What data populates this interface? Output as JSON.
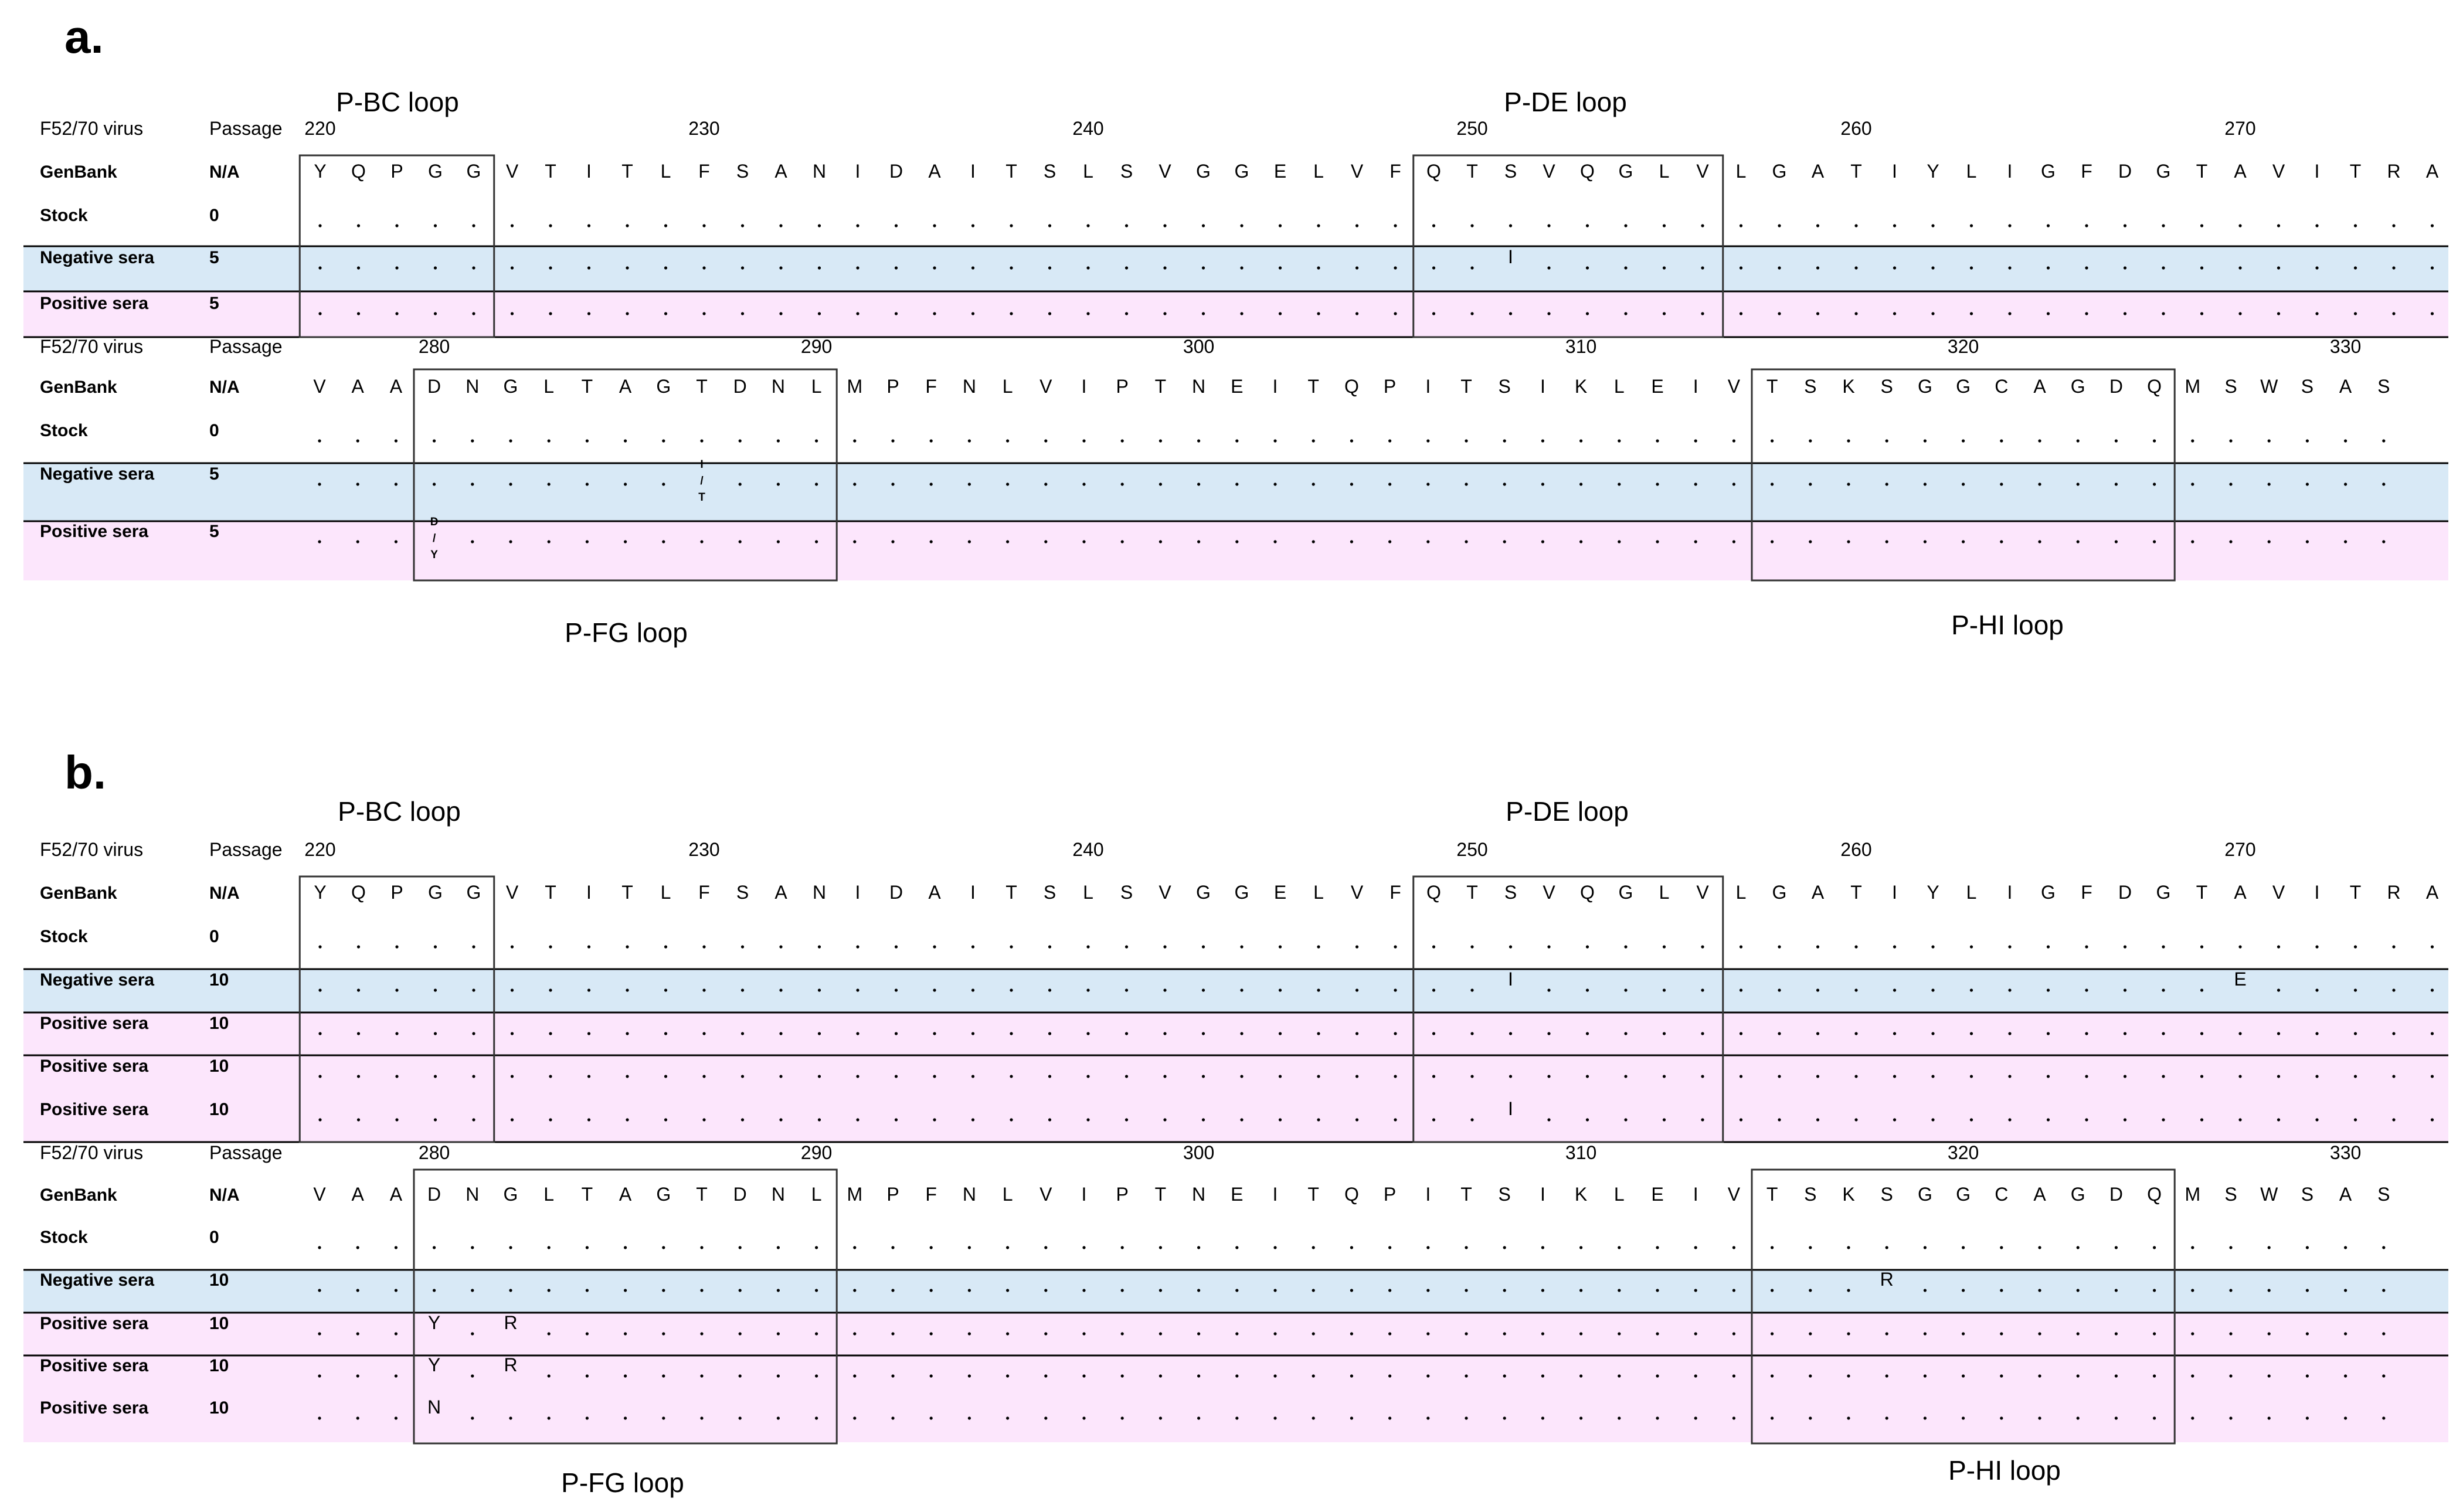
{
  "figure": {
    "panels": [
      {
        "letter": "a.",
        "loops_top": [
          "P-BC loop",
          "P-DE loop"
        ],
        "loops_bottom": [
          "P-FG loop",
          "P-HI loop"
        ],
        "blocks": [
          {
            "header": {
              "virus": "F52/70 virus",
              "passage": "Passage"
            },
            "positions": [
              "220",
              "230",
              "240",
              "250",
              "260",
              "270"
            ],
            "reference": [
              "Y",
              "Q",
              "P",
              "G",
              "G",
              "V",
              "T",
              "I",
              "T",
              "L",
              "F",
              "S",
              "A",
              "N",
              "I",
              "D",
              "A",
              "I",
              "T",
              "S",
              "L",
              "S",
              "V",
              "G",
              "G",
              "E",
              "L",
              "V",
              "F",
              "Q",
              "T",
              "S",
              "V",
              "Q",
              "G",
              "L",
              "V",
              "L",
              "G",
              "A",
              "T",
              "I",
              "Y",
              "L",
              "I",
              "G",
              "F",
              "D",
              "G",
              "T",
              "A",
              "V",
              "I",
              "T",
              "R",
              "A"
            ],
            "rows": [
              {
                "label": "GenBank",
                "passage": "N/A",
                "kind": "ref"
              },
              {
                "label": "Stock",
                "passage": "0",
                "kind": "stock"
              },
              {
                "label": "Negative sera",
                "passage": "5",
                "kind": "neg",
                "mutations": [
                  {
                    "col": 31,
                    "text": "I"
                  }
                ]
              },
              {
                "label": "Positive sera",
                "passage": "5",
                "kind": "pos",
                "mutations": []
              }
            ]
          },
          {
            "header": {
              "virus": "F52/70 virus",
              "passage": "Passage"
            },
            "positions": [
              "280",
              "290",
              "300",
              "310",
              "320",
              "330"
            ],
            "reference": [
              "V",
              "A",
              "A",
              "D",
              "N",
              "G",
              "L",
              "T",
              "A",
              "G",
              "T",
              "D",
              "N",
              "L",
              "M",
              "P",
              "F",
              "N",
              "L",
              "V",
              "I",
              "P",
              "T",
              "N",
              "E",
              "I",
              "T",
              "Q",
              "P",
              "I",
              "T",
              "S",
              "I",
              "K",
              "L",
              "E",
              "I",
              "V",
              "T",
              "S",
              "K",
              "S",
              "G",
              "G",
              "C",
              "A",
              "G",
              "D",
              "Q",
              "M",
              "S",
              "W",
              "S",
              "A",
              "S"
            ],
            "rows": [
              {
                "label": "GenBank",
                "passage": "N/A",
                "kind": "ref"
              },
              {
                "label": "Stock",
                "passage": "0",
                "kind": "stock"
              },
              {
                "label": "Negative sera",
                "passage": "5",
                "kind": "neg",
                "mutations": [
                  {
                    "col": 10,
                    "stack": [
                      "I",
                      "/",
                      "T"
                    ]
                  }
                ]
              },
              {
                "label": "Positive sera",
                "passage": "5",
                "kind": "pos",
                "mutations": [
                  {
                    "col": 3,
                    "stack": [
                      "D",
                      "/",
                      "Y"
                    ]
                  }
                ]
              }
            ]
          }
        ]
      },
      {
        "letter": "b.",
        "loops_top": [
          "P-BC loop",
          "P-DE loop"
        ],
        "loops_bottom": [
          "P-FG loop",
          "P-HI loop"
        ],
        "blocks": [
          {
            "header": {
              "virus": "F52/70 virus",
              "passage": "Passage"
            },
            "positions": [
              "220",
              "230",
              "240",
              "250",
              "260",
              "270"
            ],
            "reference": [
              "Y",
              "Q",
              "P",
              "G",
              "G",
              "V",
              "T",
              "I",
              "T",
              "L",
              "F",
              "S",
              "A",
              "N",
              "I",
              "D",
              "A",
              "I",
              "T",
              "S",
              "L",
              "S",
              "V",
              "G",
              "G",
              "E",
              "L",
              "V",
              "F",
              "Q",
              "T",
              "S",
              "V",
              "Q",
              "G",
              "L",
              "V",
              "L",
              "G",
              "A",
              "T",
              "I",
              "Y",
              "L",
              "I",
              "G",
              "F",
              "D",
              "G",
              "T",
              "A",
              "V",
              "I",
              "T",
              "R",
              "A"
            ],
            "rows": [
              {
                "label": "GenBank",
                "passage": "N/A",
                "kind": "ref"
              },
              {
                "label": "Stock",
                "passage": "0",
                "kind": "stock"
              },
              {
                "label": "Negative sera",
                "passage": "10",
                "kind": "neg",
                "mutations": [
                  {
                    "col": 31,
                    "text": "I"
                  },
                  {
                    "col": 50,
                    "text": "E"
                  }
                ]
              },
              {
                "label": "Positive sera",
                "passage": "10",
                "kind": "pos",
                "mutations": []
              },
              {
                "label": "Positive sera",
                "passage": "10",
                "kind": "pos",
                "mutations": []
              },
              {
                "label": "Positive sera",
                "passage": "10",
                "kind": "pos",
                "mutations": [
                  {
                    "col": 31,
                    "text": "I"
                  }
                ]
              }
            ]
          },
          {
            "header": {
              "virus": "F52/70 virus",
              "passage": "Passage"
            },
            "positions": [
              "280",
              "290",
              "300",
              "310",
              "320",
              "330"
            ],
            "reference": [
              "V",
              "A",
              "A",
              "D",
              "N",
              "G",
              "L",
              "T",
              "A",
              "G",
              "T",
              "D",
              "N",
              "L",
              "M",
              "P",
              "F",
              "N",
              "L",
              "V",
              "I",
              "P",
              "T",
              "N",
              "E",
              "I",
              "T",
              "Q",
              "P",
              "I",
              "T",
              "S",
              "I",
              "K",
              "L",
              "E",
              "I",
              "V",
              "T",
              "S",
              "K",
              "S",
              "G",
              "G",
              "C",
              "A",
              "G",
              "D",
              "Q",
              "M",
              "S",
              "W",
              "S",
              "A",
              "S"
            ],
            "rows": [
              {
                "label": "GenBank",
                "passage": "N/A",
                "kind": "ref"
              },
              {
                "label": "Stock",
                "passage": "0",
                "kind": "stock"
              },
              {
                "label": "Negative sera",
                "passage": "10",
                "kind": "neg",
                "mutations": [
                  {
                    "col": 41,
                    "text": "R"
                  }
                ]
              },
              {
                "label": "Positive sera",
                "passage": "10",
                "kind": "pos",
                "mutations": [
                  {
                    "col": 3,
                    "text": "Y"
                  },
                  {
                    "col": 5,
                    "text": "R"
                  }
                ]
              },
              {
                "label": "Positive sera",
                "passage": "10",
                "kind": "pos",
                "mutations": [
                  {
                    "col": 3,
                    "text": "Y"
                  },
                  {
                    "col": 5,
                    "text": "R"
                  }
                ]
              },
              {
                "label": "Positive sera",
                "passage": "10",
                "kind": "pos",
                "mutations": [
                  {
                    "col": 3,
                    "text": "N"
                  }
                ]
              }
            ]
          }
        ]
      }
    ],
    "colors": {
      "negative_band": "#d8e9f6",
      "positive_band": "#fce6fc",
      "rule": "#000000",
      "box": "#333333"
    }
  }
}
